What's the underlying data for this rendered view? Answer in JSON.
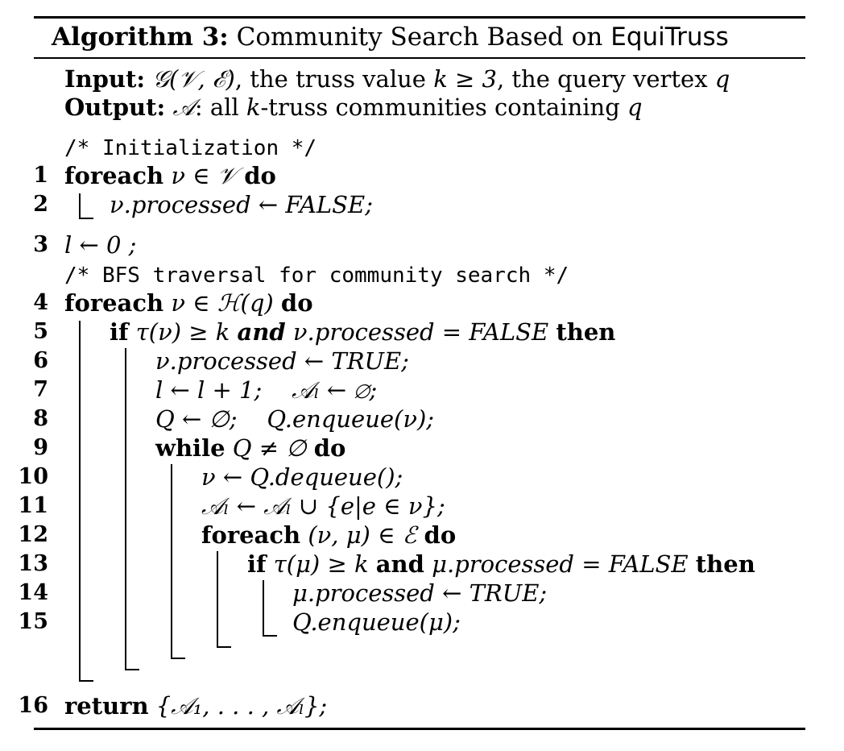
{
  "caption": {
    "label": "Algorithm 3:",
    "text": "Community Search Based on ",
    "name": "EquiTruss"
  },
  "io": {
    "input_label": "Input:",
    "input_graph": "𝒢(𝒱, ℰ)",
    "input_text1": ", the truss value ",
    "input_k": "k ≥ 3",
    "input_text2": ", the query vertex ",
    "input_q": "q",
    "output_label": "Output:",
    "output_A": "𝒜",
    "output_text1": ": all ",
    "output_k": "k",
    "output_text2": "-truss communities containing ",
    "output_q": "q"
  },
  "comments": {
    "init": "/* Initialization */",
    "bfs": "/* BFS traversal for community search */"
  },
  "lines": [
    {
      "num": "1",
      "text": ""
    },
    {
      "num": "2",
      "text": ""
    },
    {
      "num": "3",
      "text": ""
    },
    {
      "num": "4",
      "text": ""
    },
    {
      "num": "5",
      "text": ""
    },
    {
      "num": "6",
      "text": ""
    },
    {
      "num": "7",
      "text": ""
    },
    {
      "num": "8",
      "text": ""
    },
    {
      "num": "9",
      "text": ""
    },
    {
      "num": "10",
      "text": ""
    },
    {
      "num": "11",
      "text": ""
    },
    {
      "num": "12",
      "text": ""
    },
    {
      "num": "13",
      "text": ""
    },
    {
      "num": "14",
      "text": ""
    },
    {
      "num": "15",
      "text": ""
    },
    {
      "num": "16",
      "text": ""
    }
  ],
  "code": {
    "l1_kw": "foreach",
    "l1_expr": "ν ∈ 𝒱",
    "l1_do": "do",
    "l2": "ν.processed ← FALSE;",
    "l3": "l ← 0 ;",
    "l4_kw": "foreach",
    "l4_expr": "ν ∈ ℋ(q)",
    "l4_do": "do",
    "l5_if": "if",
    "l5_cond1": "τ(ν) ≥ k",
    "l5_and": "and",
    "l5_cond2": "ν.processed = FALSE",
    "l5_then": "then",
    "l6": "ν.processed ← TRUE;",
    "l7a": "l ← l + 1;",
    "l7b": "𝒜ₗ ← ∅;",
    "l8a": "Q ← ∅;",
    "l8b": "Q.enqueue(ν);",
    "l9_kw": "while",
    "l9_expr": "Q ≠ ∅",
    "l9_do": "do",
    "l10": "ν ← Q.dequeue();",
    "l11": "𝒜ₗ ← 𝒜ₗ ∪ {e|e ∈ ν};",
    "l12_kw": "foreach",
    "l12_expr": "(ν, μ) ∈ ℰ",
    "l12_do": "do",
    "l13_if": "if",
    "l13_cond1": "τ(μ) ≥ k",
    "l13_and": "and",
    "l13_cond2": "μ.processed = FALSE",
    "l13_then": "then",
    "l14": "μ.processed ← TRUE;",
    "l15": "Q.enqueue(μ);",
    "l16_kw": "return",
    "l16_expr": "{𝒜₁, . . . , 𝒜ₗ};"
  }
}
